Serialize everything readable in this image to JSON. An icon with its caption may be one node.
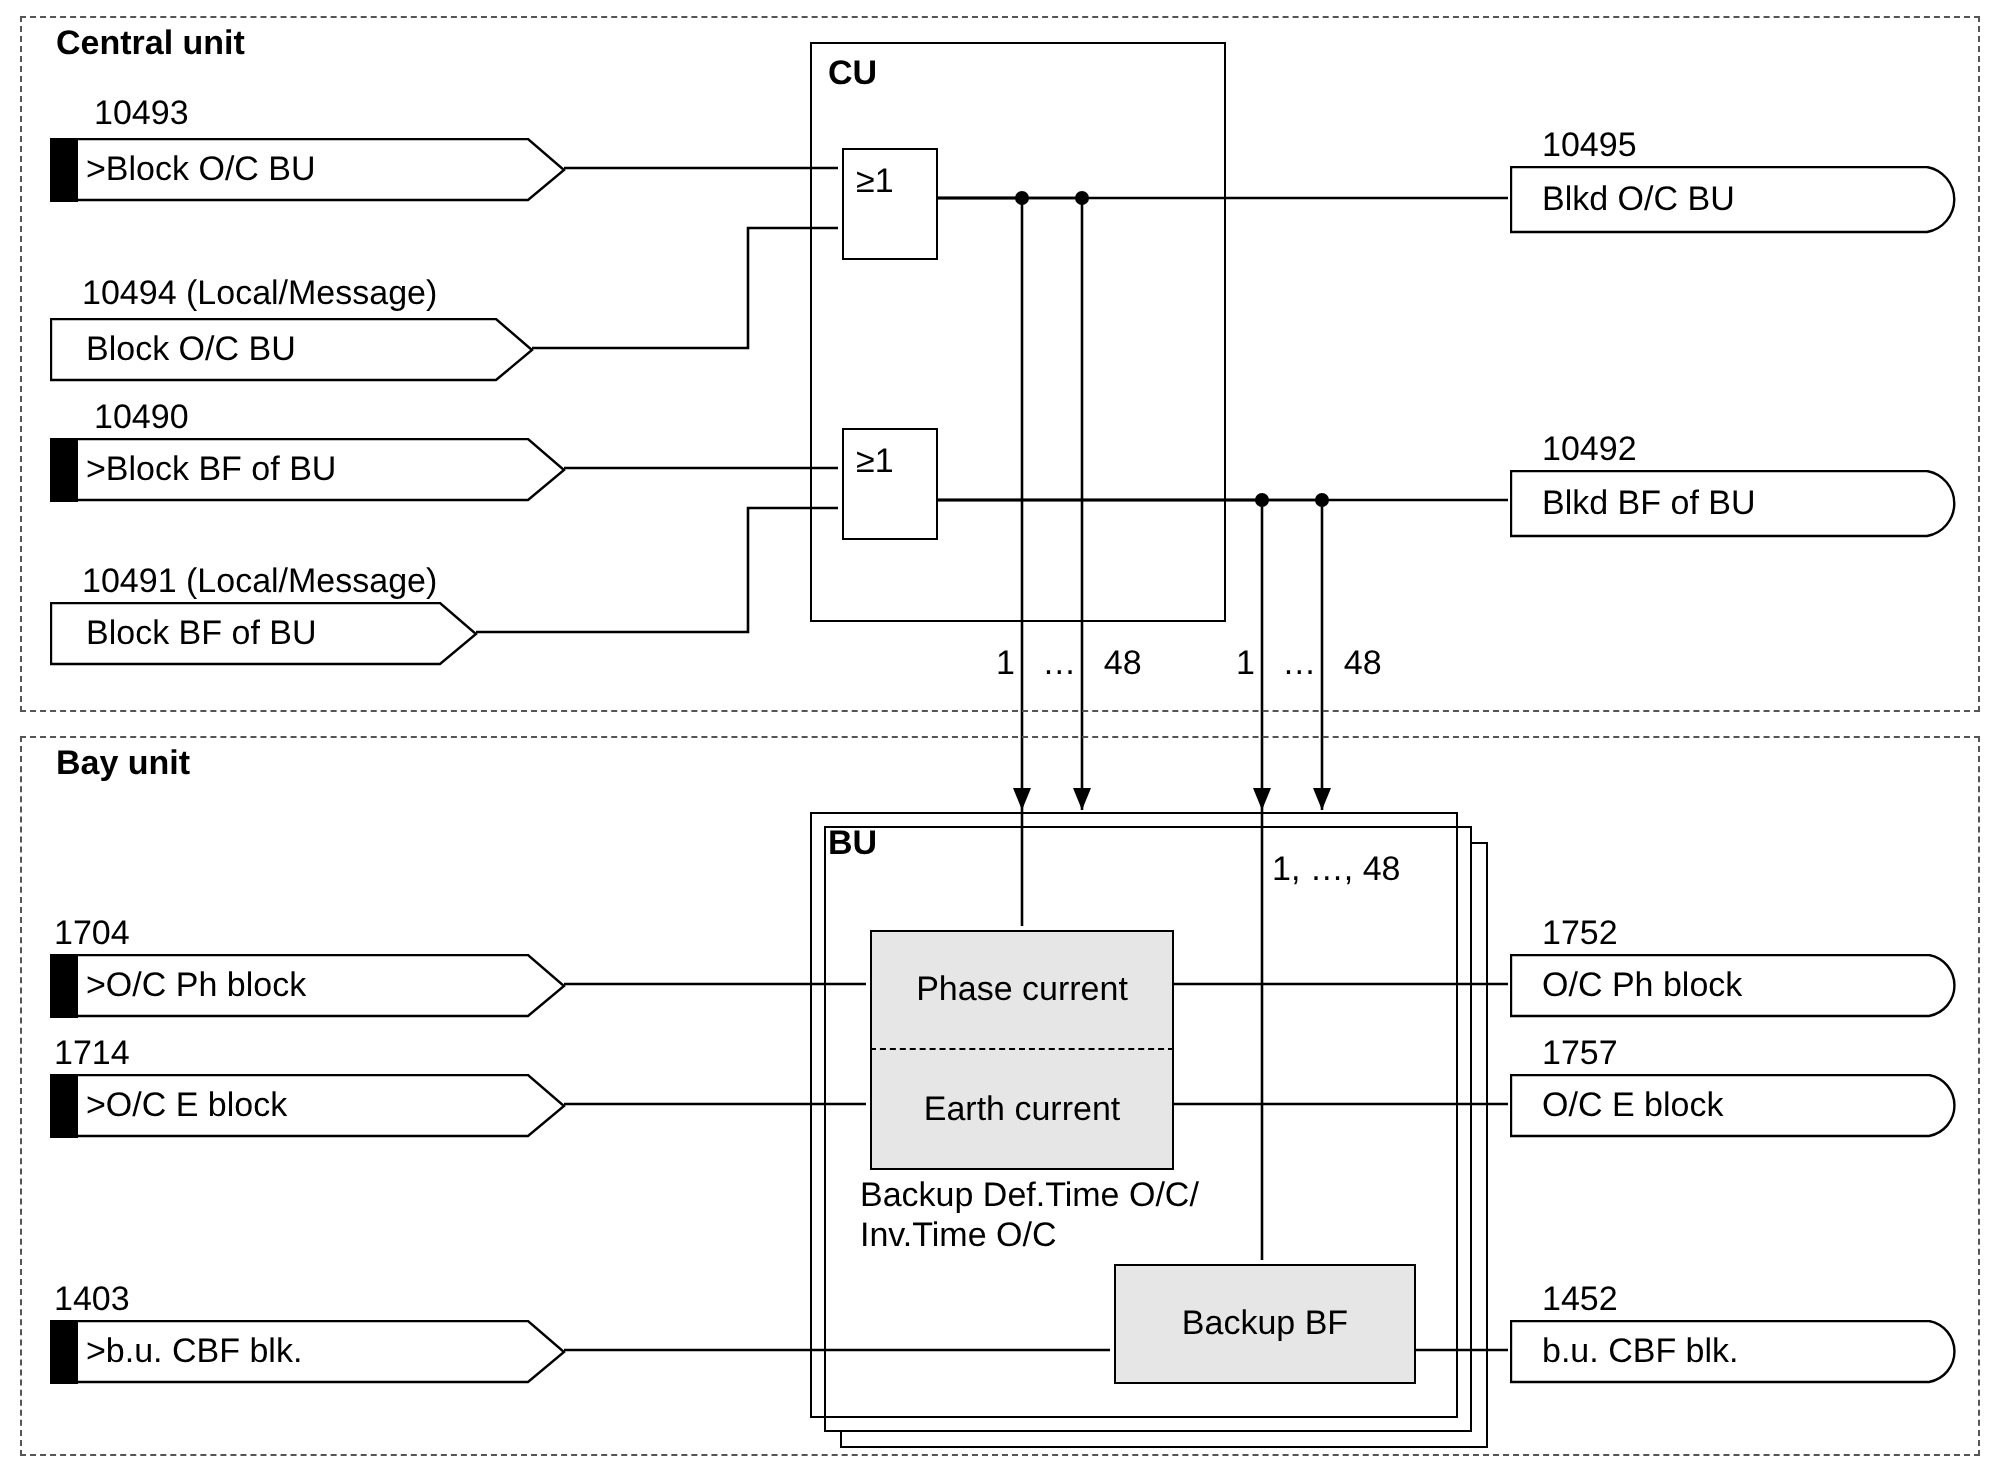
{
  "diagram": {
    "nodes": [
      {
        "text": [
          "Central unit"
        ]
      },
      {
        "text": [
          ">Block O/C BU"
        ],
        "beside": [
          "10493"
        ],
        "in": 0
      },
      {
        "text": [
          "Block O/C BU"
        ],
        "beside": [
          "10494 (Local/Message)"
        ],
        "in": 0
      },
      {
        "text": [
          ">Block BF of BU"
        ],
        "beside": [
          "10490"
        ],
        "in": 0
      },
      {
        "text": [
          "Block BF of BU"
        ],
        "beside": [
          "10491 (Local/Message)"
        ],
        "in": 0
      },
      {
        "text": [
          "CU"
        ],
        "in": 0
      },
      {
        "text": [
          "≥1"
        ],
        "in": 5
      },
      {
        "text": [
          "≥1"
        ],
        "in": 5
      },
      {
        "text": [
          "Blkd O/C BU"
        ],
        "beside": [
          "10495"
        ],
        "in": 0
      },
      {
        "text": [
          "Blkd BF of BU"
        ],
        "beside": [
          "10492"
        ],
        "in": 0
      },
      {
        "text": [
          "Bay unit"
        ]
      },
      {
        "text": [
          ">O/C Ph block"
        ],
        "beside": [
          "1704"
        ],
        "in": 10
      },
      {
        "text": [
          ">O/C E block"
        ],
        "beside": [
          "1714"
        ],
        "in": 10
      },
      {
        "text": [
          ">b.u. CBF blk."
        ],
        "beside": [
          "1403"
        ],
        "in": 10
      },
      {
        "text": [
          "BU"
        ],
        "in": 10
      },
      {
        "text": [
          "Phase current"
        ],
        "in": 14
      },
      {
        "text": [
          "Earth current"
        ],
        "in": 14
      },
      {
        "text": [
          "Backup BF"
        ],
        "in": 14
      },
      {
        "text": [
          "O/C Ph block"
        ],
        "beside": [
          "1752"
        ],
        "in": 10
      },
      {
        "text": [
          "O/C E block"
        ],
        "beside": [
          "1757"
        ],
        "in": 10
      },
      {
        "text": [
          "b.u. CBF blk."
        ],
        "beside": [
          "1452"
        ],
        "in": 10
      }
    ],
    "edges": [
      {
        "from": 1,
        "to": 6,
        "arrow": "none"
      },
      {
        "from": 2,
        "to": 6,
        "arrow": "none"
      },
      {
        "from": 3,
        "to": 7,
        "arrow": "none"
      },
      {
        "from": 4,
        "to": 7,
        "arrow": "none"
      },
      {
        "from": 6,
        "to": 8,
        "arrow": "none"
      },
      {
        "from": 7,
        "to": 9,
        "arrow": "none"
      },
      {
        "from": 6,
        "to": 15,
        "arrow": "to"
      },
      {
        "from": 6,
        "to": 14,
        "arrow": "to"
      },
      {
        "from": 7,
        "to": 17,
        "arrow": "to"
      },
      {
        "from": 7,
        "to": 14,
        "arrow": "to"
      },
      {
        "from": 11,
        "to": 15,
        "arrow": "none"
      },
      {
        "from": 15,
        "to": 18,
        "arrow": "none"
      },
      {
        "from": 12,
        "to": 16,
        "arrow": "none"
      },
      {
        "from": 16,
        "to": 19,
        "arrow": "none"
      },
      {
        "from": 13,
        "to": 17,
        "arrow": "none"
      },
      {
        "from": 17,
        "to": 20,
        "arrow": "none"
      }
    ],
    "labels": [
      "1 … 48",
      "1 … 48",
      "1, …, 48",
      "Backup Def.Time O/C/ Inv.Time O/C"
    ]
  }
}
